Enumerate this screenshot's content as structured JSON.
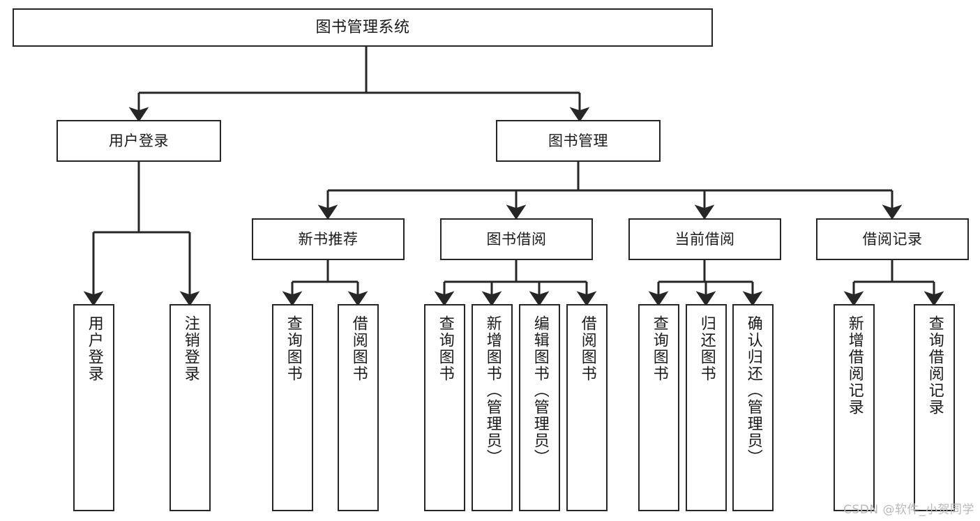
{
  "diagram": {
    "title": "图书管理系统",
    "watermark": "CSDN @软件_小贺同学",
    "accent_color": "#262626",
    "background_color": "#ffffff",
    "nodes": {
      "root": "图书管理系统",
      "level2": {
        "user_login": "用户登录",
        "book_manage": "图书管理"
      },
      "level3": {
        "new_book_recommend": "新书推荐",
        "book_borrow": "图书借阅",
        "current_borrow": "当前借阅",
        "borrow_record": "借阅记录"
      },
      "leaves": {
        "user_login_1": "用户登录",
        "user_login_2": "注销登录",
        "new_book_1": "查询图书",
        "new_book_2": "借阅图书",
        "book_borrow_1": "查询图书",
        "book_borrow_2": "新增图书（管理员）",
        "book_borrow_3": "编辑图书（管理员）",
        "book_borrow_4": "借阅图书",
        "current_borrow_1": "查询图书",
        "current_borrow_2": "归还图书",
        "current_borrow_3": "确认归还（管理员）",
        "borrow_record_1": "新增借阅记录",
        "borrow_record_2": "查询借阅记录"
      }
    }
  }
}
